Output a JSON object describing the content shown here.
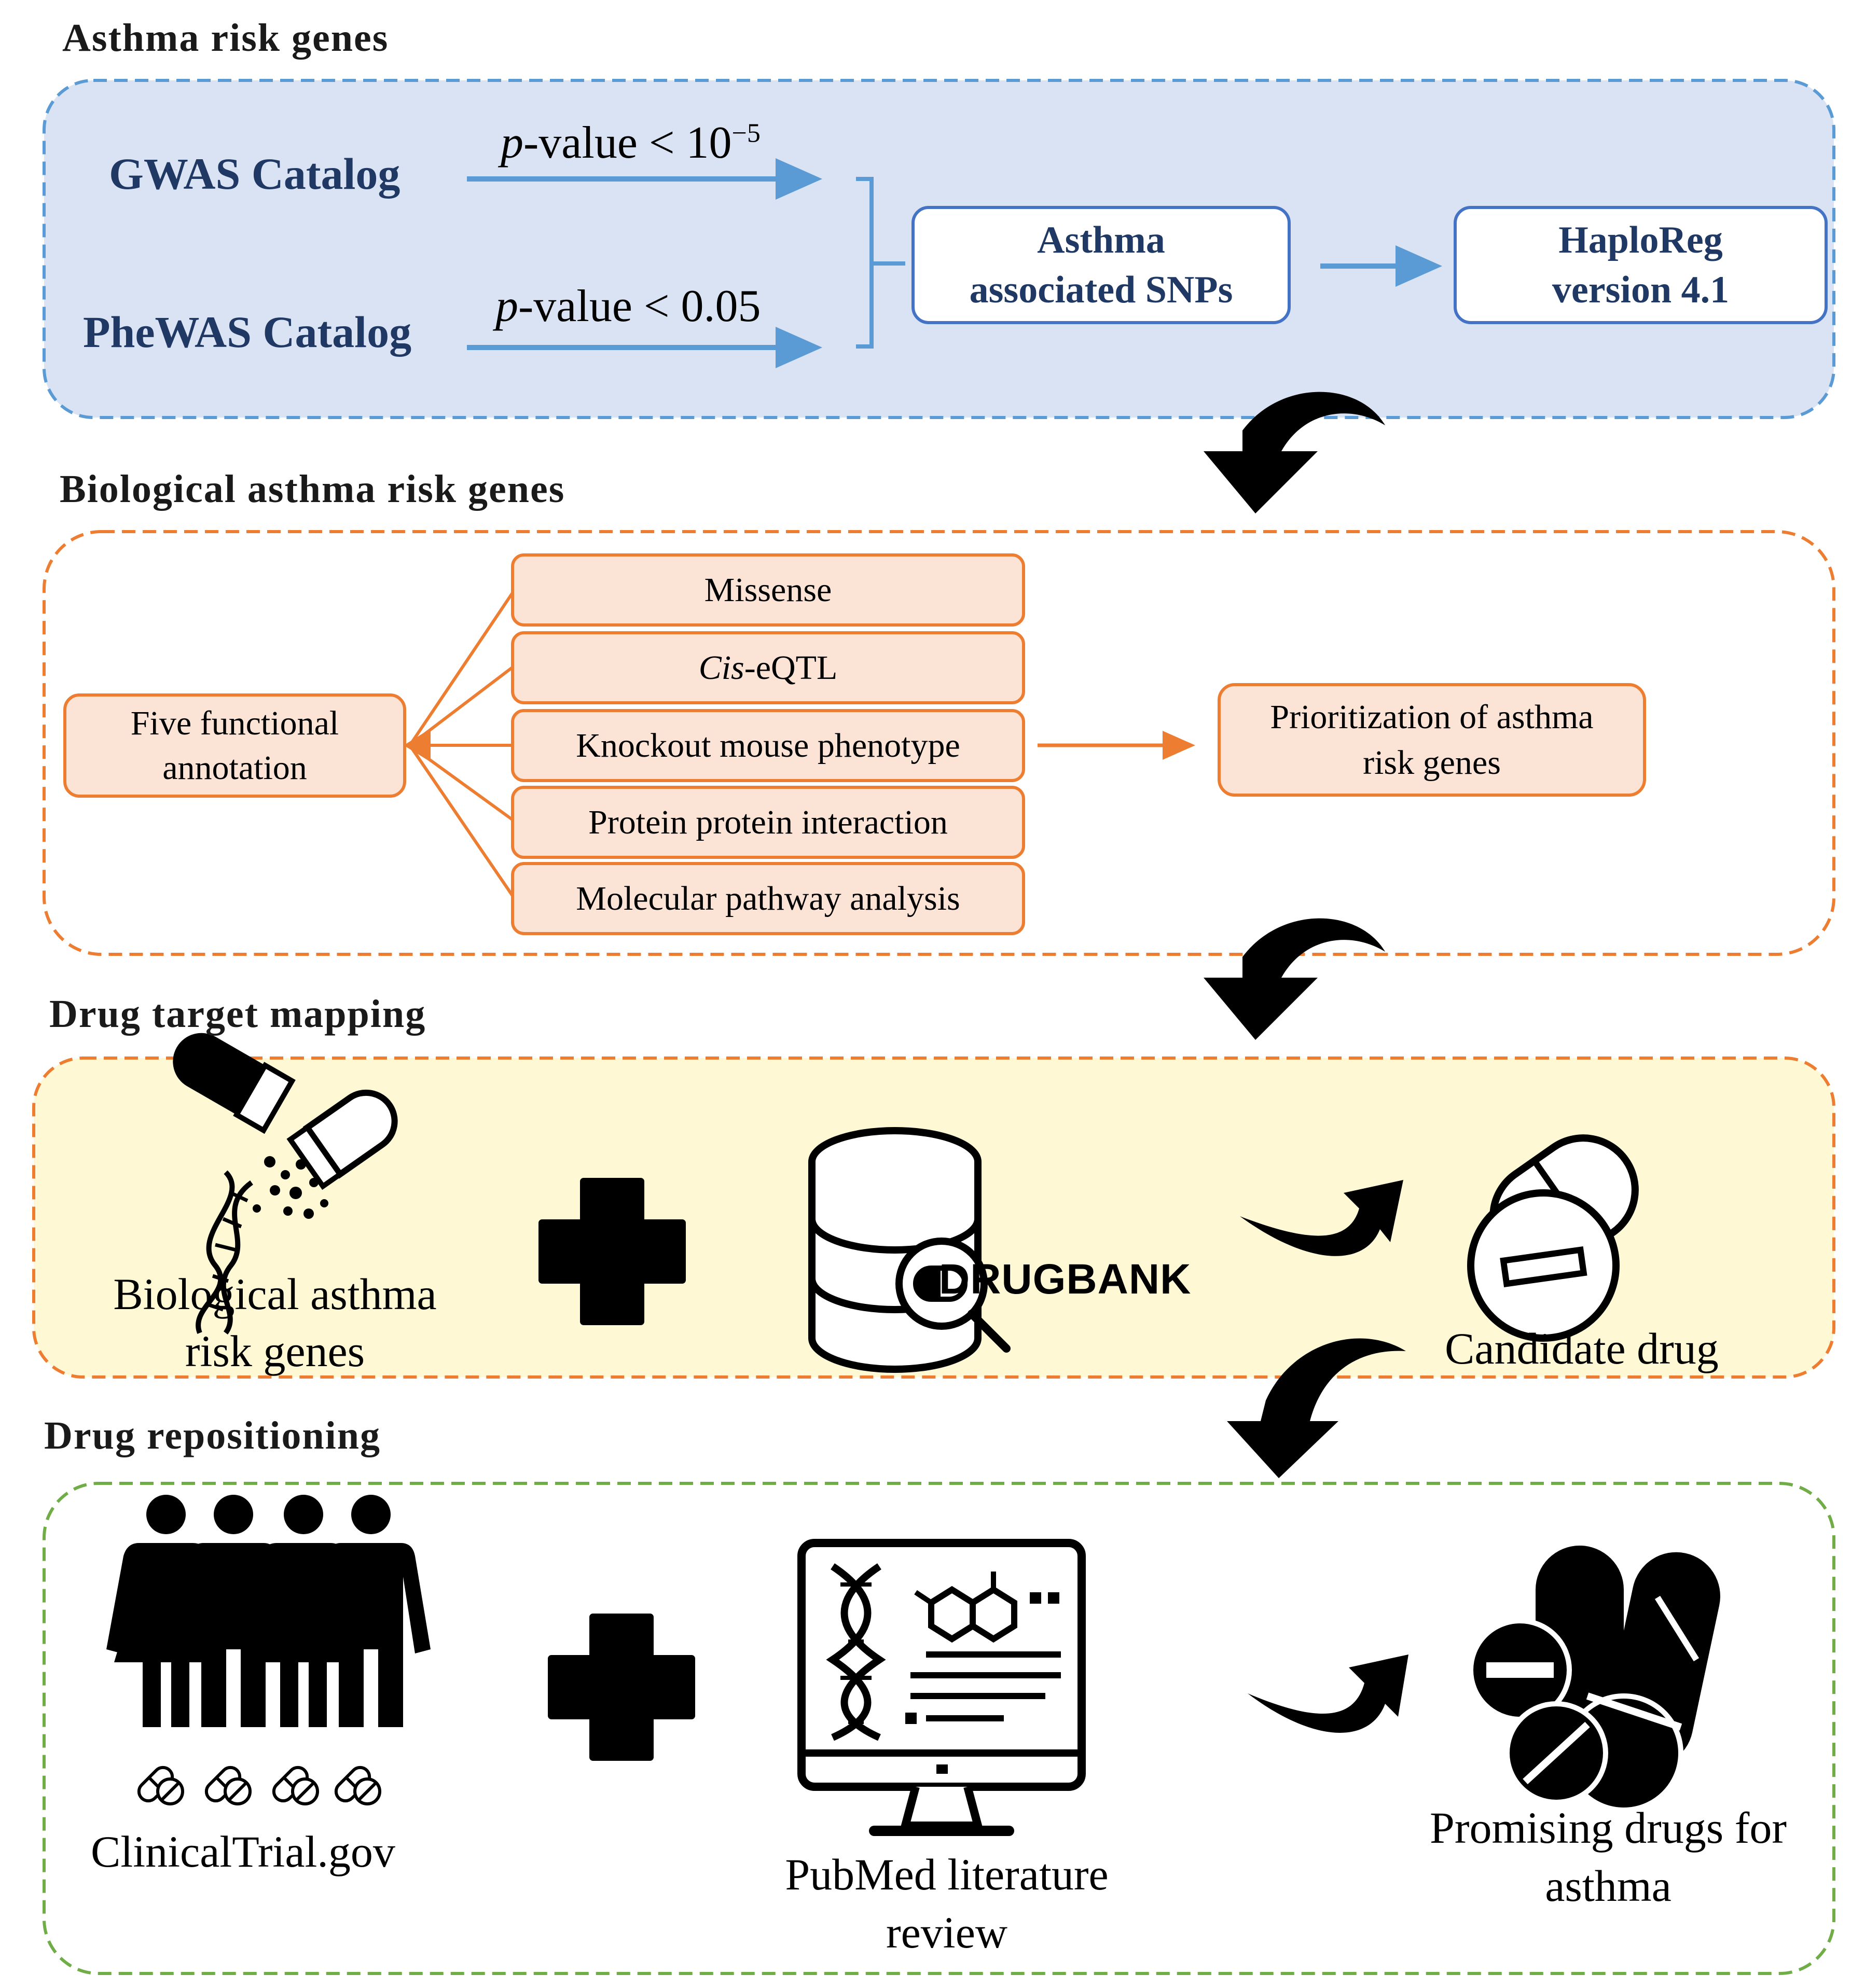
{
  "colors": {
    "blue_panel_fill": "#dae3f3",
    "blue_panel_border": "#5b9bd5",
    "blue_text": "#1f3864",
    "blue_arrow": "#5b9bd5",
    "orange_border": "#ed7d31",
    "orange_box_fill": "#fbe3d6",
    "yellow_panel_fill": "#fff8d5",
    "green_border": "#70ad47",
    "icon_black": "#000000"
  },
  "section1": {
    "title": "Asthma risk genes",
    "sources": [
      {
        "name": "GWAS Catalog",
        "threshold_italic": "p",
        "threshold_rest": "-value < 10",
        "threshold_sup": "−5"
      },
      {
        "name": "PheWAS Catalog",
        "threshold_italic": "p",
        "threshold_rest": "-value < 0.05",
        "threshold_sup": ""
      }
    ],
    "snp_box": [
      "Asthma",
      "associated SNPs"
    ],
    "haploreg_box": [
      "HaploReg",
      "version 4.1"
    ]
  },
  "section2": {
    "title": "Biological asthma risk genes",
    "root_box": [
      "Five functional",
      "annotation"
    ],
    "annotations": [
      {
        "italic": "",
        "text": "Missense"
      },
      {
        "italic": "Cis",
        "text": "-eQTL"
      },
      {
        "italic": "",
        "text": "Knockout mouse phenotype"
      },
      {
        "italic": "",
        "text": "Protein protein interaction"
      },
      {
        "italic": "",
        "text": "Molecular pathway analysis"
      }
    ],
    "result_box": [
      "Prioritization of asthma",
      "risk genes"
    ]
  },
  "section3": {
    "title": "Drug target mapping",
    "genes_label": [
      "Biological asthma",
      "risk genes"
    ],
    "drugbank_logo": "DRUGBANK",
    "result_label": "Candidate drug",
    "icons": [
      "capsule-dna-icon",
      "plus-icon",
      "database-search-icon",
      "curved-arrow-icon",
      "pills-icon"
    ]
  },
  "section4": {
    "title": "Drug repositioning",
    "trial_label": "ClinicalTrial.gov",
    "pubmed_label": [
      "PubMed literature",
      "review"
    ],
    "result_label": [
      "Promising drugs for",
      "asthma"
    ],
    "icons": [
      "people-icon",
      "plus-icon",
      "monitor-research-icon",
      "curved-arrow-icon",
      "drugs-pile-icon"
    ]
  }
}
